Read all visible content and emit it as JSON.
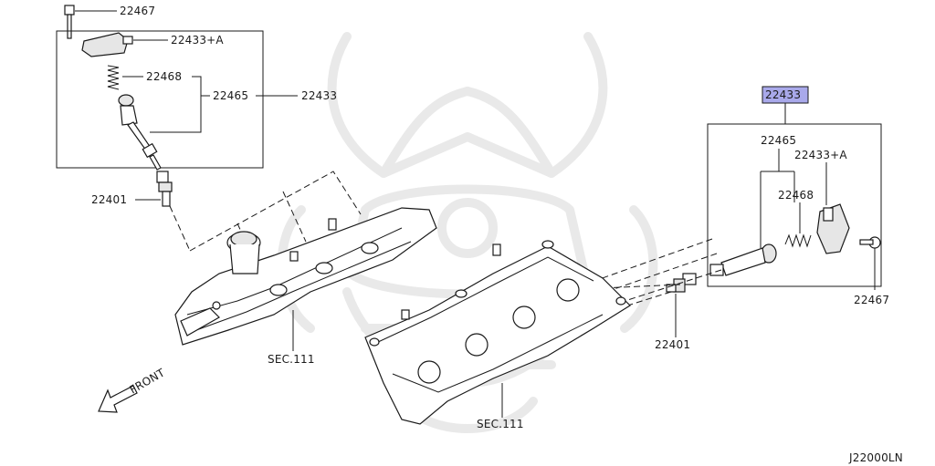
{
  "diagram": {
    "diagram_code": "J22000LN",
    "front_label": "FRONT",
    "left": {
      "bolt": "22467",
      "coil": "22433+A",
      "spring": "22468",
      "sub_assembly": "22465",
      "assembly": "22433",
      "plug": "22401",
      "section": "SEC.111"
    },
    "right": {
      "assembly": "22433",
      "sub_assembly": "22465",
      "coil": "22433+A",
      "spring": "22468",
      "bolt": "22467",
      "plug": "22401",
      "section": "SEC.111"
    },
    "highlight_color": "#a9a9ea"
  }
}
